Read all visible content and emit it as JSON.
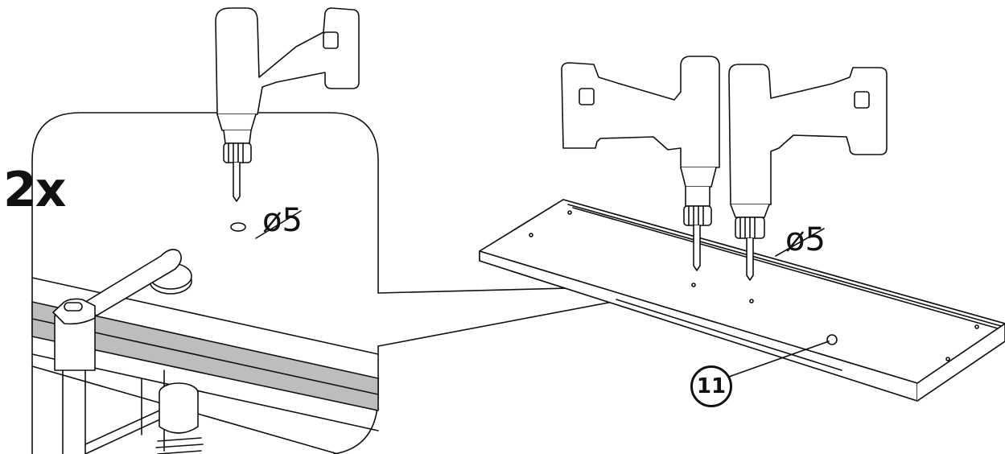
{
  "instruction": {
    "count_label": "2x",
    "hole_diameter_detail": "ø5",
    "hole_diameter_main": "ø5",
    "part_number": "11"
  },
  "colors": {
    "line": "#111111",
    "rail_fill": "#bdbdbd",
    "background": "#ffffff"
  }
}
